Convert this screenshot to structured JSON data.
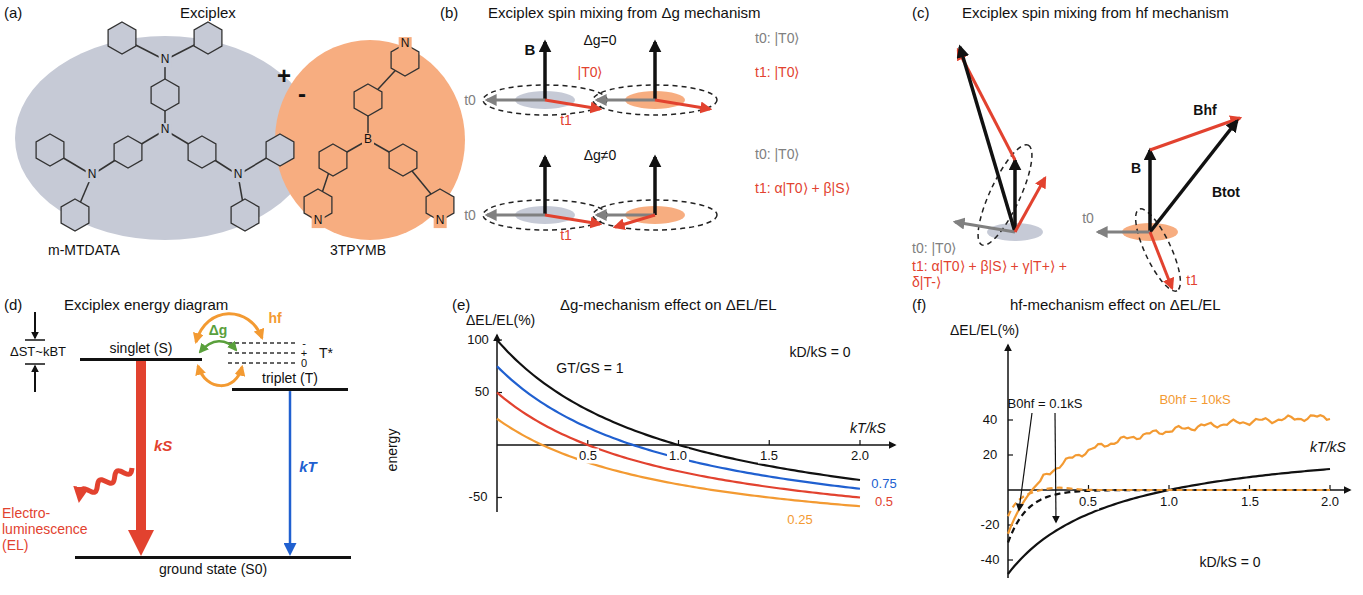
{
  "diagram": {
    "nodes": [
      {
        "text": [
          "singlet (S)"
        ]
      },
      {
        "text": [
          "triplet (T)"
        ]
      },
      {
        "text": [
          "ground state (S0)"
        ]
      }
    ],
    "edges": [
      {
        "from": 0,
        "to": 2,
        "arrow": "to",
        "label": "kS"
      },
      {
        "from": 1,
        "to": 2,
        "arrow": "to",
        "label": "kT"
      }
    ],
    "labels": [
      "(a)",
      "Exciplex",
      "+",
      "-",
      "N",
      "N",
      "N",
      "N",
      "m-MTDATA",
      "B",
      "N",
      "N",
      "N",
      "3TPYMB",
      "(b)",
      "Exciplex spin mixing from Δg mechanism",
      "B",
      "Δg=0",
      "|T0⟩",
      "t0: |T0⟩",
      "t1: |T0⟩",
      "t0",
      "t1",
      "Δg≠0",
      "t0: |T0⟩",
      "t1: α|T0⟩ + β|S⟩",
      "t0",
      "t1",
      "(c)",
      "Exciplex spin mixing from hf mechanism",
      "Bhf",
      "B",
      "Btot",
      "t0",
      "t0: |T0⟩",
      "t1: α|T0⟩ + β|S⟩ + γ|T+⟩ + δ|T-⟩",
      "t1",
      "(d)",
      "Exciplex energy diagram",
      "ΔST~kBT",
      "Δg",
      "hf",
      "-",
      "+",
      "0",
      "T*",
      "Electro- luminescence (EL)",
      "energy",
      "(e)",
      "Δg-mechanism effect on ΔEL/EL",
      "ΔEL/EL(%)",
      "100",
      "50",
      "-50",
      "0.5",
      "1.0",
      "1.5",
      "2.0",
      "kT/kS",
      "kD/kS = 0",
      "GT/GS = 1",
      "0.75",
      "0.5",
      "0.25",
      "(f)",
      "hf-mechanism effect on ΔEL/EL",
      "ΔEL/EL(%)",
      "40",
      "20",
      "-20",
      "-40",
      "0.5",
      "1.0",
      "1.5",
      "2.0",
      "kT/kS",
      "B0hf = 0.1kS",
      "B0hf = 10kS",
      "kD/kS = 0"
    ]
  }
}
